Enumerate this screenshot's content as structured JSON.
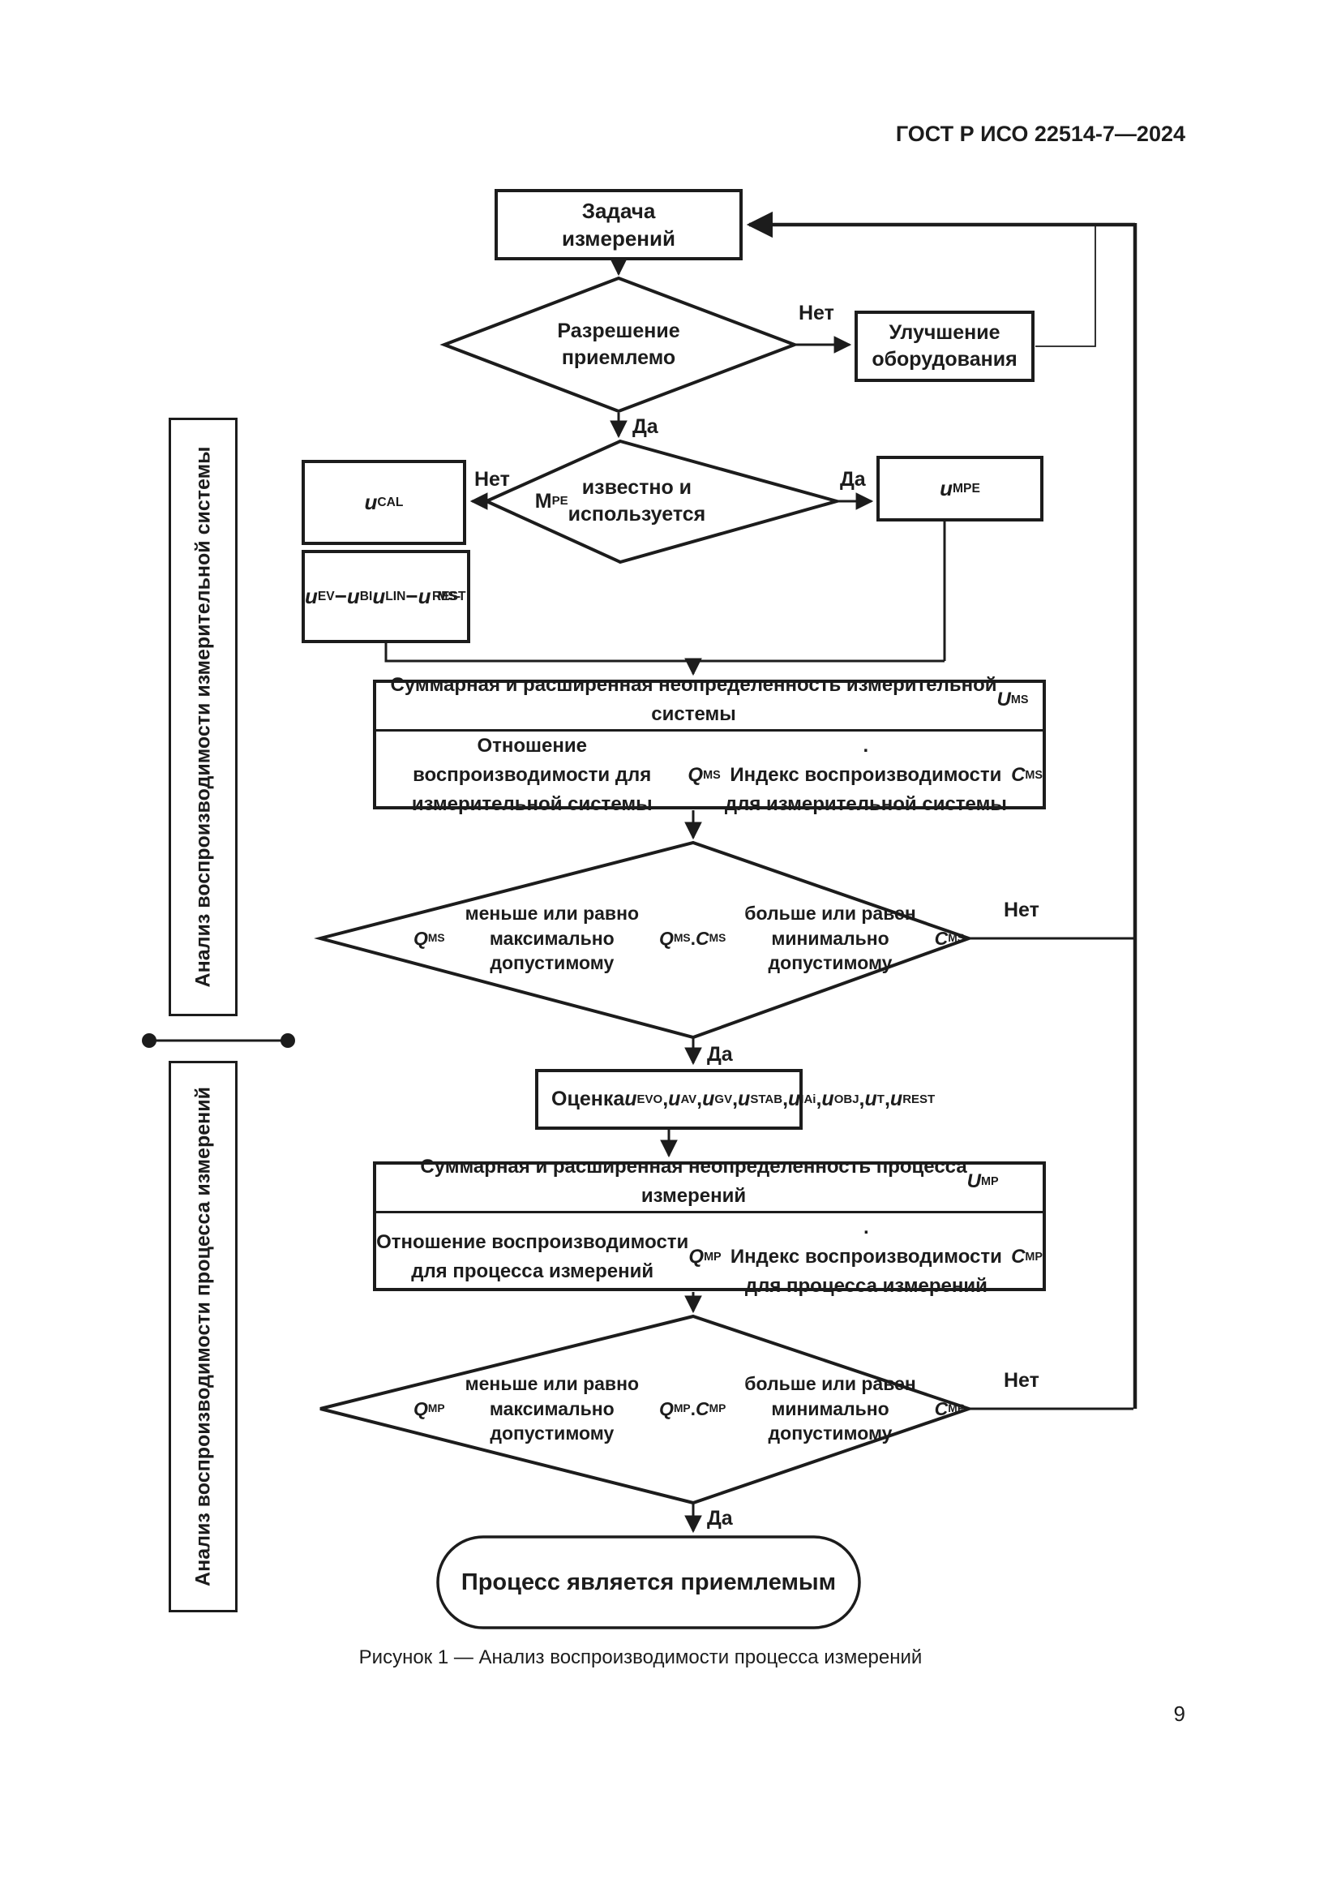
{
  "page": {
    "header": "ГОСТ Р ИСО 22514-7—2024",
    "caption": "Рисунок 1 — Анализ воспроизводимости процесса измерений",
    "page_number": "9"
  },
  "colors": {
    "ink": "#1c1c1c",
    "paper": "#ffffff"
  },
  "labels": {
    "yes": "Да",
    "no": "Нет"
  },
  "side_panels": {
    "system": "Анализ воспроизводимости измерительной системы",
    "process": "Анализ воспроизводимости процесса измерений"
  },
  "nodes": {
    "task": "Задача\nизмерений",
    "resolution": "Разрешение\nприемлемо",
    "improve": "Улучшение\nоборудования",
    "ucal": "*u*{CAL}",
    "mpe_known": "M{PE} известно и\nиспользуется",
    "umpe": "*u*{MPE}",
    "uev_ubi": "*u*{EV} − *u*{BI}\n*u*{LIN} − *u*{MS-REST}",
    "ums_top": "Суммарная и расширенная неопределенность измерительной\nсистемы *U*{MS}",
    "ums_bottom": "Отношение воспроизводимости для измерительной системы *Q*{MS}.\nИндекс воспроизводимости для измерительной системы *C*{MS}",
    "qms_check": "*Q*{MS} меньше или равно\nмаксимально допустимому *Q*{MS}.\n*C*{MS} больше или равен\nминимально допустимому *C*{MS}",
    "evaluate": "Оценка *u*{EVO}, *u*{AV}, *u*{GV},\n*u*{STAB}, *u*{IAi}, *u*{OBJ}, *u*{T}, *u*{REST}",
    "ump_top": "Суммарная и расширенная неопределенность процесса\nизмерений *U*{MP}",
    "ump_bottom": "Отношение воспроизводимости для процесса измерений *Q*{MP}.\nИндекс воспроизводимости для процесса измерений *C*{MP}",
    "qmp_check": "*Q*{MP} меньше или равно\nмаксимально допустимому *Q*{MP}.\n*C*{MP} больше или равен\nминимально допустимому *C*{MP}",
    "accept": "Процесс является приемлемым"
  }
}
